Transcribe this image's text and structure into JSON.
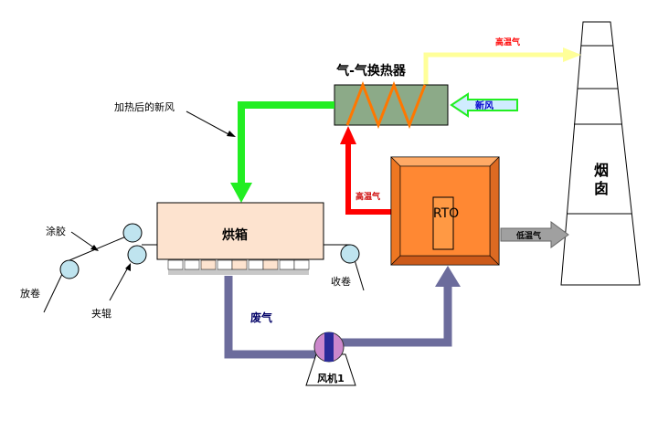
{
  "labels": {
    "heat_exchanger": "气-气换热器",
    "high_temp_gas_top": "高温气",
    "new_air": "新风",
    "heated_new_air": "加热后的新风",
    "chimney": "烟\n囱",
    "oven": "烘箱",
    "rto": "RTO",
    "high_temp_gas_mid": "高温气",
    "low_temp_gas": "低温气",
    "coating": "涂胶",
    "unwind": "放卷",
    "nip_roller": "夹辊",
    "rewind": "收卷",
    "waste_gas": "废气",
    "fan": "风机1"
  },
  "colors": {
    "green_flow": "#22ee22",
    "yellow_flow": "#ffff99",
    "red_flow": "#ff0000",
    "waste_flow": "#6c6c9c",
    "hx_body": "#8caa88",
    "coil": "#ff7700",
    "rto_body": "#ff8833",
    "oven_body": "#fde3cf",
    "roller": "#bfe4ef",
    "fan_body": "#cc88cc",
    "new_air_arrow": "#d0ecff",
    "low_gas_arrow": "#a0a0a0"
  }
}
